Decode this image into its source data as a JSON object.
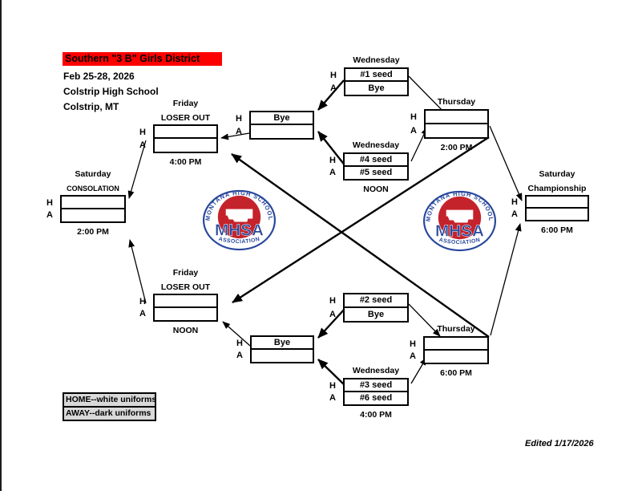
{
  "title": "Southern \"3 B\" Girls District",
  "info": {
    "dates": "Feb 25-28, 2026",
    "venue": "Colstrip High School",
    "location": "Colstrip, MT"
  },
  "labels": {
    "home": "H",
    "away": "A"
  },
  "games": {
    "wed1": {
      "day": "Wednesday",
      "top": "#1 seed",
      "bottom": "Bye"
    },
    "wed45": {
      "day": "Wednesday",
      "top": "#4 seed",
      "bottom": "#5 seed",
      "time": "NOON"
    },
    "bye_top": {
      "top": "Bye",
      "bottom": ""
    },
    "fri_top": {
      "day": "Friday",
      "note": "LOSER OUT",
      "top": "",
      "bottom": "",
      "time": "4:00 PM"
    },
    "thu_top": {
      "day": "Thursday",
      "top": "",
      "bottom": "",
      "time": "2:00 PM"
    },
    "sat_cons": {
      "day": "Saturday",
      "note": "CONSOLATION",
      "top": "",
      "bottom": "",
      "time": "2:00 PM"
    },
    "sat_champ": {
      "day": "Saturday",
      "note": "Championship",
      "top": "",
      "bottom": "",
      "time": "6:00 PM"
    },
    "wed2": {
      "top": "#2 seed",
      "bottom": "Bye"
    },
    "bye_bottom": {
      "top": "Bye",
      "bottom": ""
    },
    "wed36": {
      "day": "Wednesday",
      "top": "#3 seed",
      "bottom": "#6 seed",
      "time": "4:00 PM"
    },
    "fri_bottom": {
      "day": "Friday",
      "note": "LOSER OUT",
      "top": "",
      "bottom": "",
      "time": "NOON"
    },
    "thu_bottom": {
      "day": "Thursday",
      "top": "",
      "bottom": "",
      "time": "6:00 PM"
    }
  },
  "legend": {
    "home": "HOME--white uniforms",
    "away": "AWAY--dark uniforms"
  },
  "footer": {
    "edited": "Edited 1/17/2026"
  },
  "logo": {
    "org_top": "MONTANA HIGH SCHOOL",
    "acronym": "MHSA",
    "org_bottom": "ASSOCIATION"
  },
  "colors": {
    "title_bg": "#ff0000",
    "legend_bg": "#d9d9d9",
    "logo_red": "#c5232b",
    "logo_blue": "#28479c"
  }
}
